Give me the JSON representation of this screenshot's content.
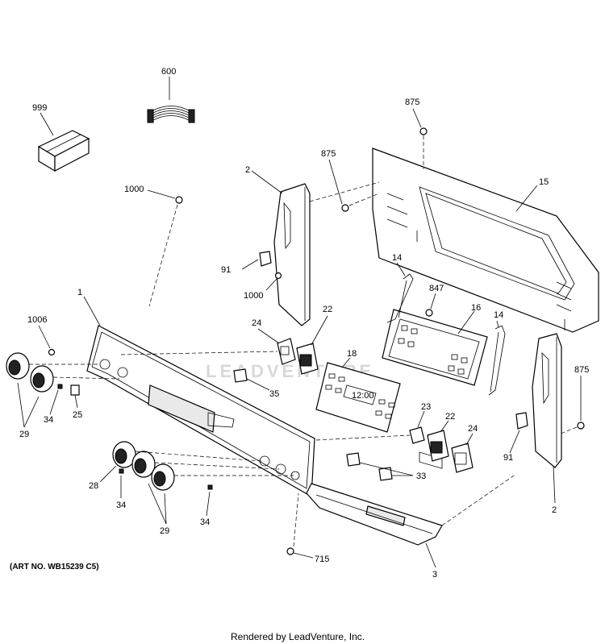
{
  "labels": {
    "l999": "999",
    "l600": "600",
    "l875a": "875",
    "l875b": "875",
    "l875c": "875",
    "l15": "15",
    "l2a": "2",
    "l2b": "2",
    "l1000a": "1000",
    "l1000b": "1000",
    "l91a": "91",
    "l91b": "91",
    "l1": "1",
    "l1006": "1006",
    "l14a": "14",
    "l14b": "14",
    "l847": "847",
    "l16": "16",
    "l24a": "24",
    "l24b": "24",
    "l22a": "22",
    "l22b": "22",
    "l18": "18",
    "l35": "35",
    "l25": "25",
    "l34a": "34",
    "l34b": "34",
    "l34c": "34",
    "l29a": "29",
    "l29b": "29",
    "l23": "23",
    "l33": "33",
    "l28": "28",
    "l715": "715",
    "l3": "3"
  },
  "display_time": "12:00",
  "watermark": "LEADVENTURE",
  "art_number": "(ART NO. WB15239 C5)",
  "credit": "Rendered by LeadVenture, Inc."
}
